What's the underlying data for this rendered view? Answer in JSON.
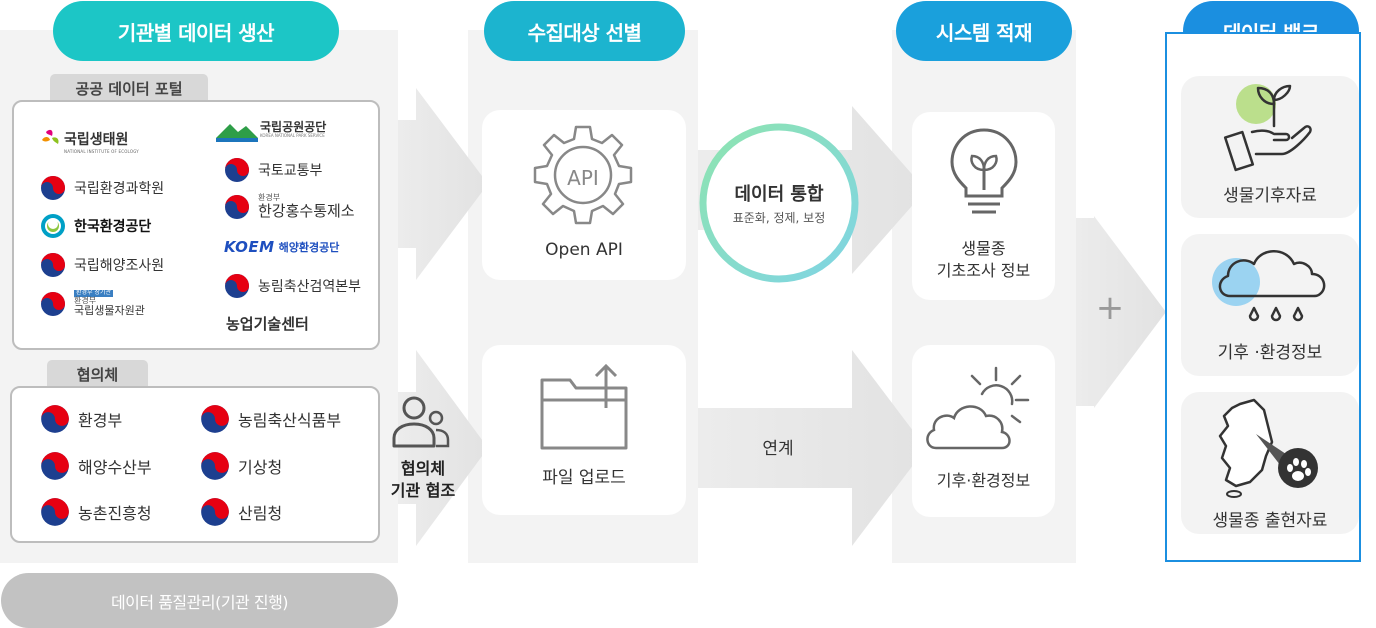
{
  "headers": {
    "agency": "기관별 데이터 생산",
    "select": "수집대상 선별",
    "system": "시스템 적재",
    "bank": "데이터 뱅크"
  },
  "colors": {
    "teal": "#1cc6c6",
    "blue": "#1a96dd",
    "bank_blue": "#1b8fe0",
    "grey_pill": "#c2c2c2"
  },
  "portal": {
    "tab": "공공 데이터 포털",
    "left": [
      {
        "name": "국립생태원",
        "sub": "NATIONAL INSTITUTE OF ECOLOGY",
        "icon": "nie-logo-icon"
      },
      {
        "name": "국립환경과학원",
        "icon": "taegeuk-icon"
      },
      {
        "name": "한국환경공단",
        "icon": "keco-logo-icon"
      },
      {
        "name": "국립해양조사원",
        "icon": "taegeuk-icon"
      },
      {
        "name": "국립생물자원관",
        "small1": "환경부 장기관",
        "small2": "환경부",
        "icon": "taegeuk-icon"
      }
    ],
    "right": [
      {
        "name": "국립공원공단",
        "sub": "KOREA NATIONAL PARK SERVICE",
        "icon": "knps-logo-icon"
      },
      {
        "name": "국토교통부",
        "icon": "taegeuk-icon"
      },
      {
        "name": "한강홍수통제소",
        "small": "환경부",
        "icon": "taegeuk-icon"
      },
      {
        "brand": "KOEM",
        "name": "해양환경공단",
        "icon": "koem-logo-icon"
      },
      {
        "name": "농림축산검역본부",
        "icon": "taegeuk-icon"
      },
      {
        "name": "농업기술센터"
      }
    ]
  },
  "council": {
    "tab": "협의체",
    "items": [
      "환경부",
      "농림축산식품부",
      "해양수산부",
      "기상청",
      "농촌진흥청",
      "산림청"
    ],
    "coop": "협의체\n기관 협조"
  },
  "quality": "데이터 품질관리(기관 진행)",
  "select": {
    "api_badge": "API",
    "api_label": "Open API",
    "upload_label": "파일 업로드"
  },
  "integrate": {
    "title": "데이터 통합",
    "sub": "표준화, 정제, 보정"
  },
  "link_label": "연계",
  "system": {
    "species_label": "생물종\n기초조사 정보",
    "climate_label": "기후·환경정보"
  },
  "plus": "+",
  "bank": {
    "items": [
      {
        "label": "생물기후자료",
        "icon": "plant-hand-icon"
      },
      {
        "label": "기후 ·환경정보",
        "icon": "rain-cloud-icon"
      },
      {
        "label": "생물종 출현자료",
        "icon": "korea-map-paw-icon"
      }
    ]
  }
}
